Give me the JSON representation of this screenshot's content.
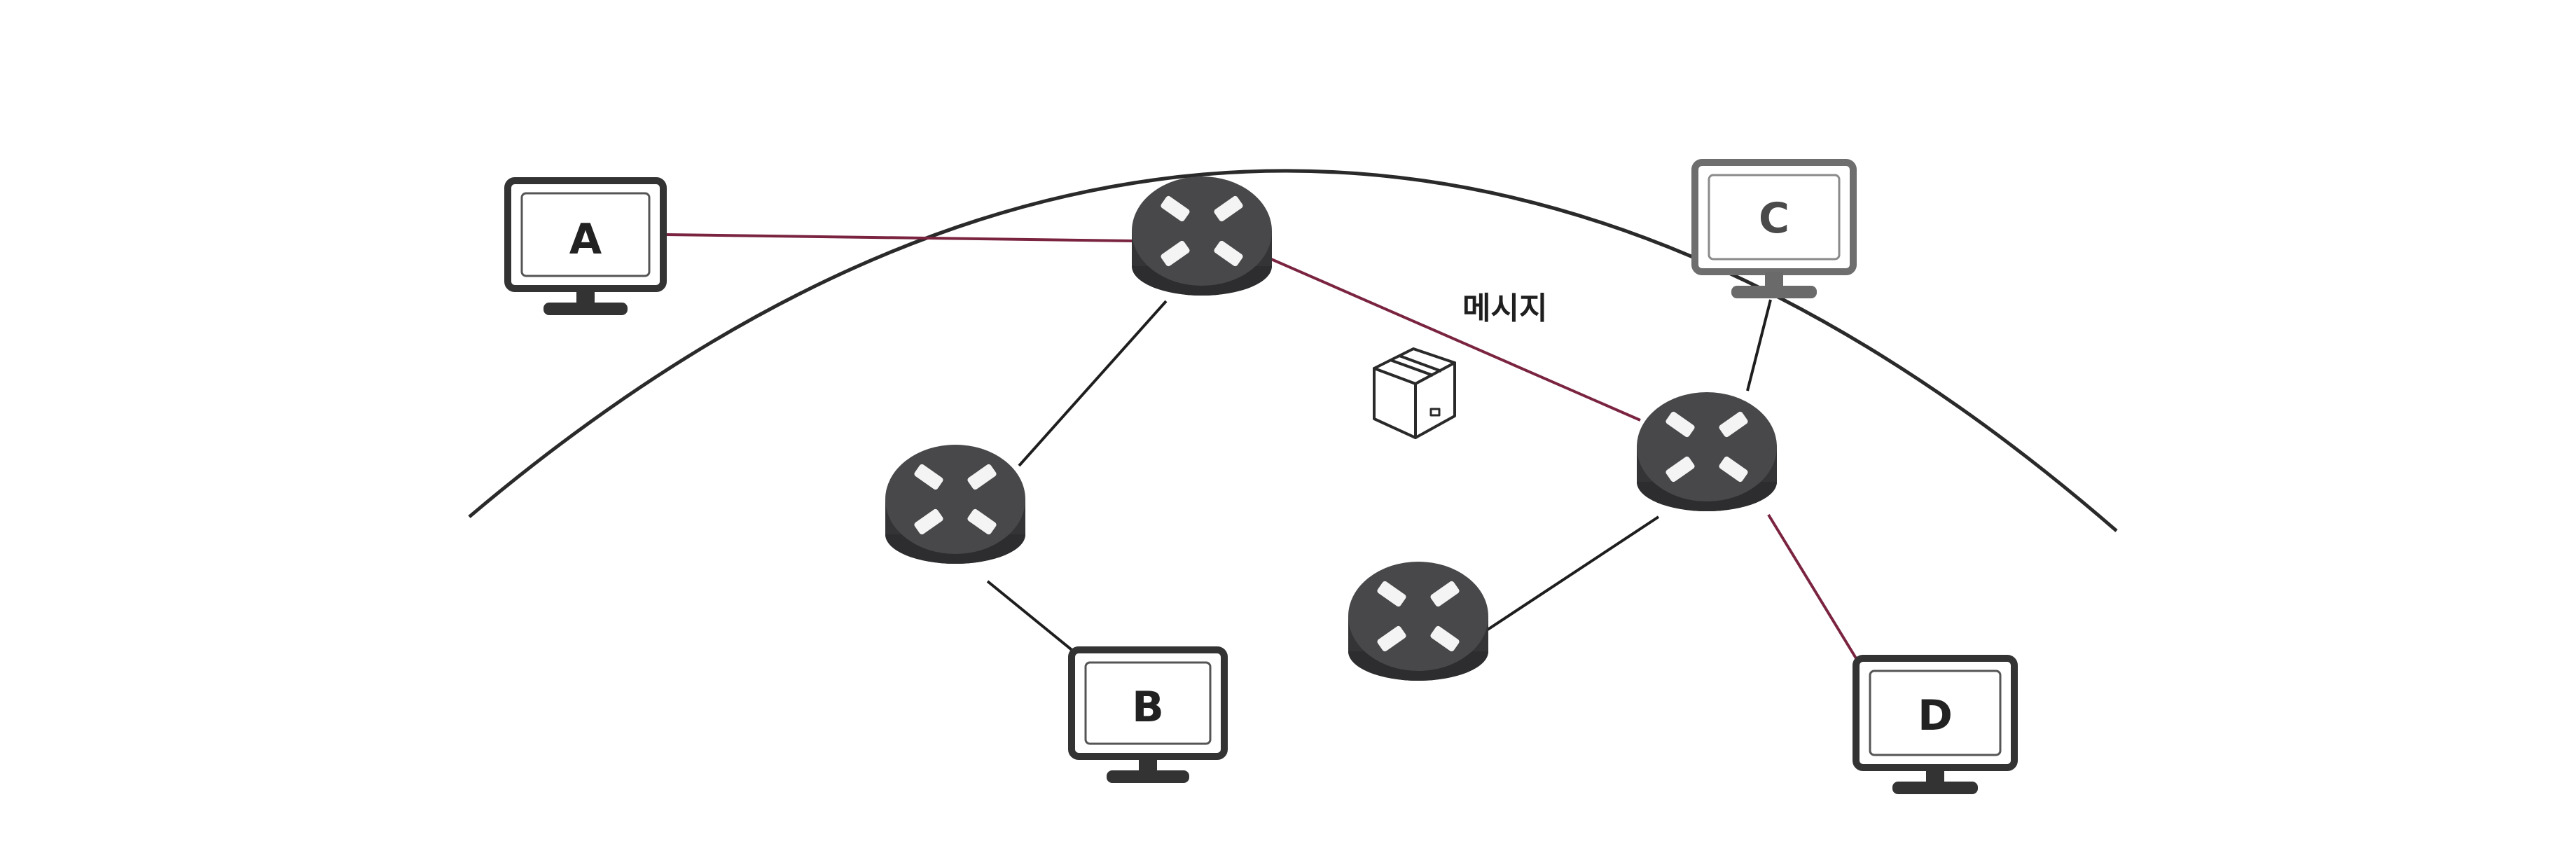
{
  "hosts": {
    "a": {
      "label": "A"
    },
    "b": {
      "label": "B"
    },
    "c": {
      "label": "C"
    },
    "d": {
      "label": "D"
    }
  },
  "message": {
    "label": "메시지",
    "icon": "package-box-icon"
  },
  "colors": {
    "background": "#ffffff",
    "internet_boundary": "#2a2a2a",
    "link": "#1e1e1e",
    "highlight_path": "#7a2440",
    "router_body": "#3a3a3c",
    "router_top": "#4a4a4c",
    "router_arrow": "#f2f2f2",
    "monitor_frame": "#333333",
    "monitor_frame_c": "#6e6e6e"
  }
}
